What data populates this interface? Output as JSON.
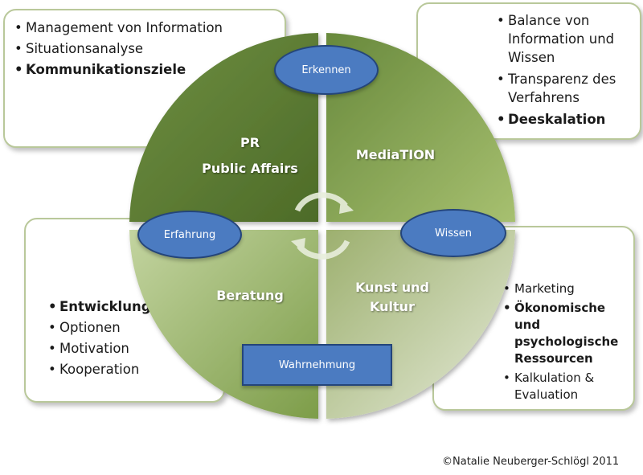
{
  "box_top_left": {
    "items": [
      "Management von Information",
      "Situationsanalyse",
      "Kommunikationsziele"
    ]
  },
  "box_top_right": {
    "items": [
      "Balance von Information und Wissen",
      "Transparenz des Verfahrens",
      "Deeskalation"
    ]
  },
  "box_bottom_left": {
    "items": [
      "Entwicklung",
      "Optionen",
      "Motivation",
      "Kooperation"
    ]
  },
  "box_bottom_right": {
    "items": [
      "Marketing",
      "Ökonomische und psychologische Ressourcen",
      "Kalkulation & Evaluation"
    ]
  },
  "quadrants": {
    "top_left": [
      "PR",
      "Public Affairs"
    ],
    "top_right": "MediaTION",
    "bottom_left": "Beratung",
    "bottom_right": [
      "Kunst und",
      "Kultur"
    ]
  },
  "ovals": {
    "top": "Erkennen",
    "left": "Erfahrung",
    "right": "Wissen"
  },
  "rectangle": "Wahrnehmung",
  "copyright": "©Natalie Neuberger-Schlögl 2011",
  "colors": {
    "green_dark": "#55742f",
    "green_mid": "#8fae5a",
    "green_light": "#d3dec0",
    "blue_shape": "#4b7bc1",
    "blue_border": "#24457a",
    "box_border": "#b9c89a"
  }
}
